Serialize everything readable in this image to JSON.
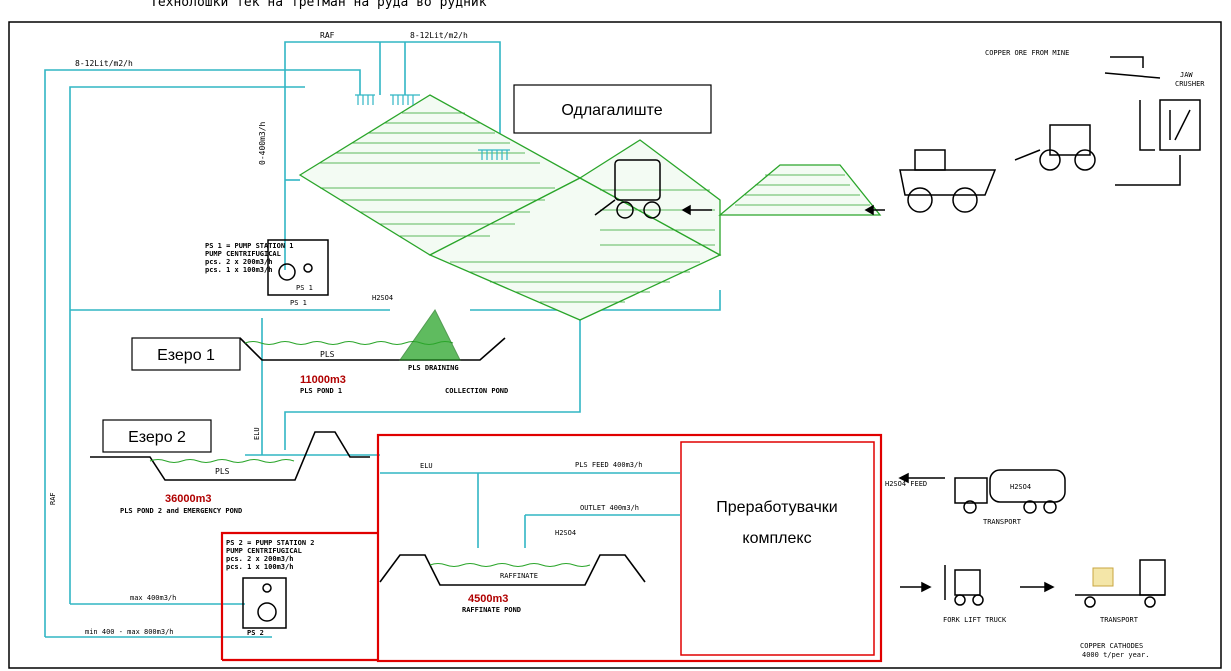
{
  "header": {
    "title_partial": "Технолошки тек на третман на руда во рудник"
  },
  "callouts": {
    "heap": "Одлагалиште",
    "lake1": "Езеро 1",
    "lake2": "Езеро 2",
    "processing_line1": "Преработувачки",
    "processing_line2": "комплекс"
  },
  "flow_labels": {
    "flow_rate_left": "8-12Lit/m2/h",
    "flow_rate_top": "8-12Lit/m2/h",
    "vertical_flow": "0-400m3/h",
    "raffinate_top": "RAF",
    "copper_ore": "COPPER ORE FROM MINE",
    "jaw_crusher_1": "JAW",
    "jaw_crusher_2": "CRUSHER",
    "ps1_line1": "PS 1  = PUMP STATION 1",
    "ps1_line2": "PUMP CENTRIFUGICAL",
    "ps1_line3": "pcs. 2 x 200m3/h",
    "ps1_line4": "pcs. 1 x 100m3/h",
    "ps1_tag": "PS 1",
    "ps1_label": "PS 1",
    "h2so4": "H2SO4",
    "pls": "PLS",
    "pls_draining": "PLS DRAINING",
    "pond1_volume": "11000m3",
    "pond1_name": "PLS POND 1",
    "collection_pond": "COLLECTION POND",
    "eluat": "ELU",
    "pls2": "PLS",
    "pond2_volume": "36000m3",
    "pond2_name": "PLS POND 2 and EMERGENCY POND",
    "raf_vertical": "RAF",
    "pls_feed": "PLS FEED 400m3/h",
    "outlet": "OUTLET 400m3/h",
    "h2so4_2": "H2SO4",
    "raffinate": "RAFFINATE",
    "raff_volume": "4500m3",
    "raff_name": "RAFFINATE POND",
    "ps2_line1": "PS 2  = PUMP STATION 2",
    "ps2_line2": "PUMP CENTRIFUGICAL",
    "ps2_line3": "pcs. 2 x 200m3/h",
    "ps2_line4": "pcs. 1 x 100m3/h",
    "ps2_label": "PS 2",
    "max400": "max 400m3/h",
    "minmax": "min 400 - max 800m3/h",
    "h2so4_feed": "H2SO4 FEED",
    "h2so4_truck": "H2SO4",
    "transport1": "TRANSPORT",
    "forklift": "FORK LIFT TRUCK",
    "transport2": "TRANSPORT",
    "cathodes1": "COPPER CATHODES",
    "cathodes2": "4000 t/per year."
  },
  "colors": {
    "pipe": "#31b6c4",
    "heap": "#2aa52a",
    "highlight": "#e00000",
    "equipment": "#000000"
  }
}
